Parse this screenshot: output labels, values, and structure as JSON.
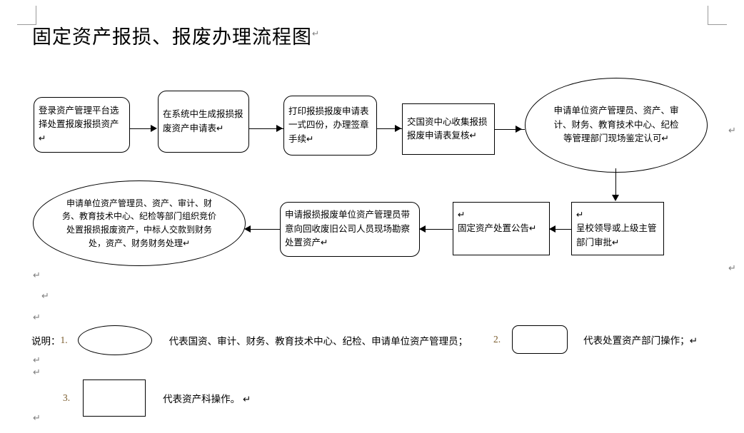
{
  "document": {
    "title": "固定资产报损、报废办理流程图",
    "paragraph_mark": "↵"
  },
  "flow": {
    "nodes": [
      {
        "id": "n1",
        "shape": "rounded",
        "text": "登录资产管理平台选择处置报废报损资产↵"
      },
      {
        "id": "n2",
        "shape": "rounded",
        "text": "在系统中生成报损报废资产申请表↵"
      },
      {
        "id": "n3",
        "shape": "rounded",
        "text": "打印报损报废申请表一式四份，办理签章手续↵"
      },
      {
        "id": "n4",
        "shape": "square",
        "text": "交国资中心收集报损报废申请表复核↵"
      },
      {
        "id": "n5",
        "shape": "ellipse",
        "text": "申请单位资产管理员、资产、审计、财务、教育技术中心、纪检等管理部门现场鉴定认可↵"
      },
      {
        "id": "n6",
        "shape": "square",
        "text": "↵\n呈校领导或上级主管部门审批↵"
      },
      {
        "id": "n7",
        "shape": "square",
        "text": "↵\n固定资产处置公告↵"
      },
      {
        "id": "n8",
        "shape": "rounded",
        "text": "申请报损报废单位资产管理员带意向回收废旧公司人员现场勘察处置资产↵"
      },
      {
        "id": "n9",
        "shape": "ellipse",
        "text": "申请单位资产管理员、资产、审计、财务、教育技术中心、纪检等部门组织竞价处置报损报废资产，中标人交款到财务处，资产、财务财务处理↵"
      }
    ]
  },
  "legend": {
    "label": "说明：",
    "items": [
      {
        "number": "1.",
        "shape": "ellipse",
        "text": "代表国资、审计、财务、教育技术中心、纪检、申请单位资产管理员；"
      },
      {
        "number": "2.",
        "shape": "rounded",
        "text": "代表处置资产部门操作；↵"
      },
      {
        "number": "3.",
        "shape": "square",
        "text": "代表资产科操作。     ↵"
      }
    ]
  },
  "stray_marks": [
    "↵",
    "↵",
    "↵",
    "↵",
    "↵",
    "↵",
    "↵",
    "↵"
  ]
}
